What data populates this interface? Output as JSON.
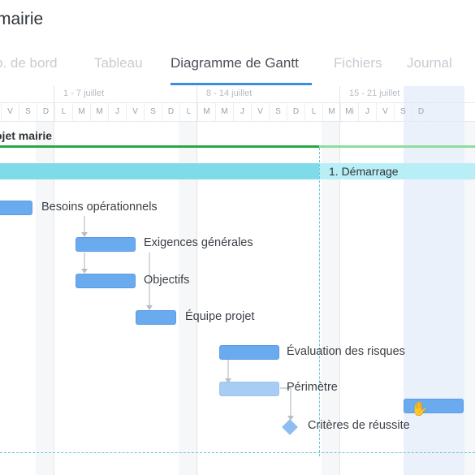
{
  "header": {
    "title": "mairie"
  },
  "tabs": [
    {
      "label": "b. de bord",
      "active": false
    },
    {
      "label": "Tableau",
      "active": false
    },
    {
      "label": "Diagramme de Gantt",
      "active": true
    },
    {
      "label": "Fichiers",
      "active": false
    },
    {
      "label": "Journal",
      "active": false
    }
  ],
  "timeline": {
    "weeks": [
      "1 - 7 juillet",
      "8 - 14 juillet",
      "15 - 21 juillet"
    ],
    "days": [
      "",
      "V",
      "S",
      "D",
      "L",
      "M",
      "M",
      "J",
      "V",
      "S",
      "D",
      "L",
      "M",
      "M",
      "J",
      "V",
      "S",
      "D",
      "L",
      "M",
      "Mi",
      "J",
      "V",
      "S",
      "D"
    ]
  },
  "project": {
    "name": "ojet mairie"
  },
  "phase": {
    "name": "1. Démarrage"
  },
  "tasks": [
    {
      "label": "Besoins opérationnels"
    },
    {
      "label": "Exigences générales"
    },
    {
      "label": "Objectifs"
    },
    {
      "label": "Équipe projet"
    },
    {
      "label": "Évaluation des risques"
    },
    {
      "label": "Périmètre"
    },
    {
      "label": "Critères de réussite"
    }
  ],
  "colors": {
    "accent": "#3d8ddf",
    "project_line": "#29a745",
    "phase_bar": "#7fdbe8",
    "task_bar": "#6aaaee",
    "task_bar_light": "#a8cdf4"
  }
}
